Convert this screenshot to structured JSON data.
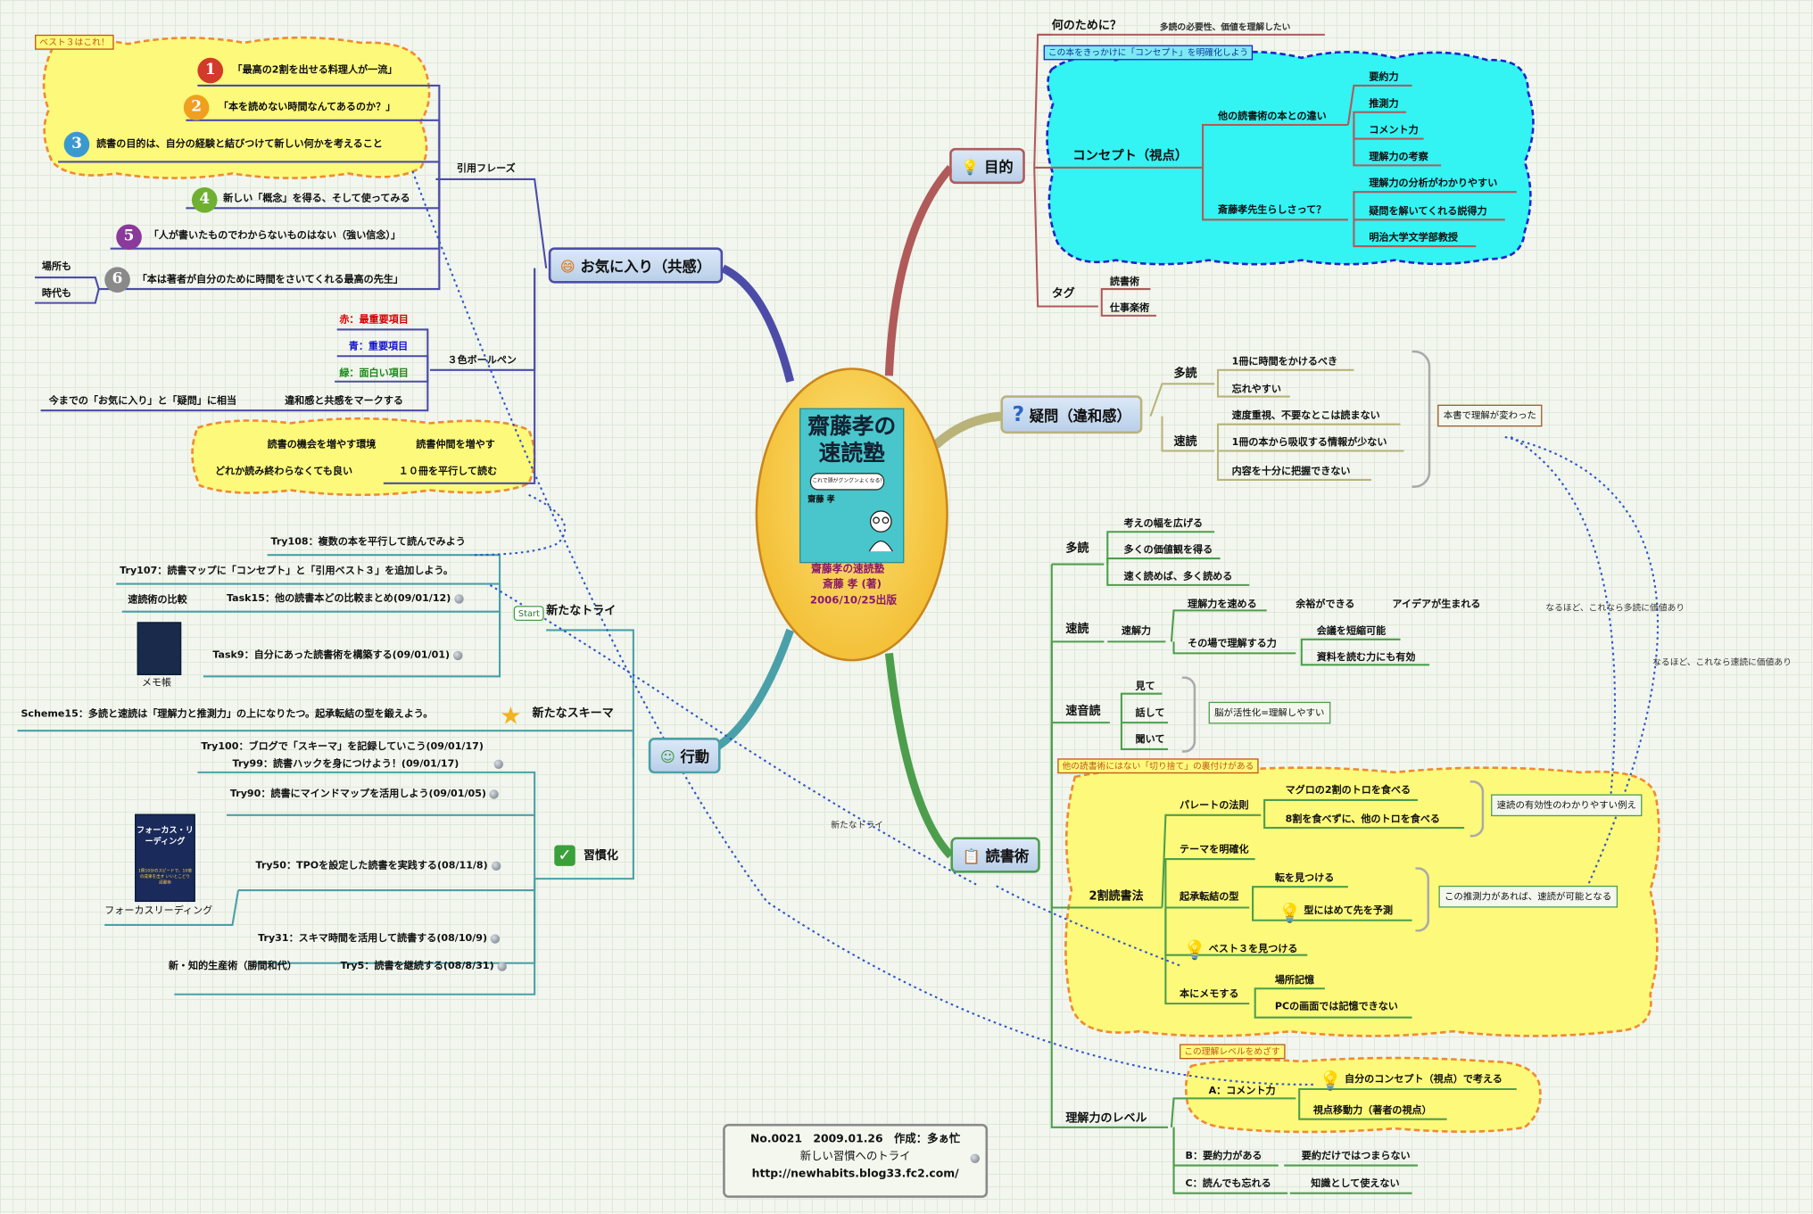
{
  "center": {
    "cover_title": "齋藤孝の速読塾",
    "cover_sub": "これで頭がグングンよくなる!",
    "cover_author": "齋藤 孝",
    "title": "齋藤孝の速読塾",
    "author": "斎藤 孝 (著)",
    "date": "2006/10/25出版"
  },
  "purpose": {
    "label": "目的",
    "why": "何のために？",
    "why_val": "多読の必要性、価値を理解したい",
    "concept_tag": "この本をきっかけに「コンセプト」を明確化しよう",
    "concept": "コンセプト（視点）",
    "diff": "他の読書術の本との違い",
    "diff_items": [
      "要約力",
      "推測力",
      "コメント力",
      "理解力の考察"
    ],
    "saito": "斎藤孝先生らしさって？",
    "saito_items": [
      "理解力の分析がわかりやすい",
      "疑問を解いてくれる説得力",
      "明治大学文学部教授"
    ],
    "tag": "タグ",
    "tag_items": [
      "読書術",
      "仕事楽術"
    ]
  },
  "doubt": {
    "label": "疑問（違和感）",
    "tadoku": "多読",
    "tadoku_items": [
      "1冊に時間をかけるべき",
      "忘れやすい"
    ],
    "sokudoku": "速読",
    "sokudoku_items": [
      "速度重視、不要なとこは読まない",
      "1冊の本から吸収する情報が少ない",
      "内容を十分に把握できない"
    ],
    "changed": "本書で理解が変わった"
  },
  "technique": {
    "label": "読書術",
    "tadoku": "多読",
    "tadoku_items": [
      "考えの幅を広げる",
      "多くの価値観を得る",
      "速く読めば、多く読める"
    ],
    "sokudoku": "速読",
    "speed": "速解力",
    "r1": "理解力を速める",
    "r2": "余裕ができる",
    "r3": "アイデアが生まれる",
    "spot": "その場で理解する力",
    "s1": "会議を短縮可能",
    "s2": "資料を読む力にも有効",
    "onread": "速音読",
    "onread_items": [
      "見て",
      "話して",
      "聞いて"
    ],
    "brain": "脳が活性化=理解しやすい",
    "wari_tag": "他の読書術にはない「切り捨て」の裏付けがある",
    "wari": "2割読書法",
    "pareto": "パレートの法則",
    "p1": "マグロの2割のトロを食べる",
    "p2": "8割を食べずに、他のトロを食べる",
    "pareto_note": "速読の有効性のわかりやすい例え",
    "theme": "テーマを明確化",
    "kisho": "起承転結の型",
    "k1": "転を見つける",
    "k2": "型にはめて先を予測",
    "kisho_note": "この推測力があれば、速読が可能となる",
    "best3": "ベスト３を見つける",
    "memo": "本にメモする",
    "m1": "場所記憶",
    "m2": "PCの画面では記憶できない",
    "level": "理解力のレベル",
    "level_tag": "この理解レベルをめざす",
    "la": "A：コメント力",
    "la1": "自分のコンセプト（視点）で考える",
    "la2": "視点移動力（著者の視点）",
    "lb": "B：要約力がある",
    "lb1": "要約だけではつまらない",
    "lc": "C：読んでも忘れる",
    "lc1": "知識として使えない"
  },
  "favorite": {
    "label": "お気に入り（共感）",
    "best_tag": "ベスト３はこれ！",
    "quote": "引用フレーズ",
    "q": [
      "「最高の2割を出せる料理人が一流」",
      "「本を読めない時間なんてあるのか？」",
      "読書の目的は、自分の経験と結びつけて新しい何かを考えること",
      "新しい「概念」を得る、そして使ってみる",
      "「人が書いたものでわからないものはない（強い信念）」",
      "「本は著者が自分のために時間をさいてくれる最高の先生」"
    ],
    "nums": [
      "1",
      "2",
      "3",
      "4",
      "5",
      "6"
    ],
    "q6_sub": [
      "場所も",
      "時代も"
    ],
    "pen": "３色ボールペン",
    "red": "赤：最重要項目",
    "blue": "青：重要項目",
    "green": "緑：面白い項目",
    "mark": "違和感と共感をマークする",
    "mark_note": "今までの「お気に入り」と「疑問」に相当",
    "env1": "読書の機会を増やす環境",
    "env1b": "読書仲間を増やす",
    "env2": "どれか読み終わらなくても良い",
    "env2b": "１０冊を平行して読む"
  },
  "action": {
    "label": "行動",
    "new_try": "新たなトライ",
    "start": "Start",
    "try108": "Try108：複数の本を平行して読んでみよう",
    "try107": "Try107：読書マップに「コンセプト」と「引用ベスト３」を追加しよう。",
    "task15": "Task15：他の読書本どの比較まとめ(09/01/12)",
    "task15_sub": "速読術の比較",
    "task9": "Task9：自分にあった読書術を構築する(09/01/01)",
    "memo_book": "メモ帳",
    "scheme_head": "新たなスキーマ",
    "scheme": "Scheme15：多読と速読は「理解力と推測力」の上になりたつ。起承転結の型を鍛えよう。",
    "habit": "習慣化",
    "try100": "Try100：ブログで「スキーマ」を記録していこう(09/01/17)",
    "try99": "Try99：読書ハックを身につけよう！(09/01/17)",
    "try90": "Try90：読書にマインドマップを活用しよう(09/01/05)",
    "try50": "Try50：TPOを設定した読書を実践する(08/11/8)",
    "focus": "フォーカスリーディング",
    "focus_cover": "フォーカス・リーディング",
    "focus_cover_sub": "1冊10分のスピードで、10倍の成果を出す いいとこどり読書術",
    "try31": "Try31：スキマ時間を活用して読書する(08/10/9)",
    "try5": "Try5：読書を継続する(08/8/31)",
    "try5_sub": "新・知的生産術（勝間和代）"
  },
  "notes": {
    "n1": "なるほど、これなら多読に価値あり",
    "n2": "なるほど、これなら速読に価値あり",
    "new_try": "新たなトライ"
  },
  "footer": {
    "line1": "No.0021　2009.01.26　作成：多ぁ忙",
    "line2": "新しい習慣へのトライ",
    "line3": "http://newhabits.blog33.fc2.com/"
  }
}
